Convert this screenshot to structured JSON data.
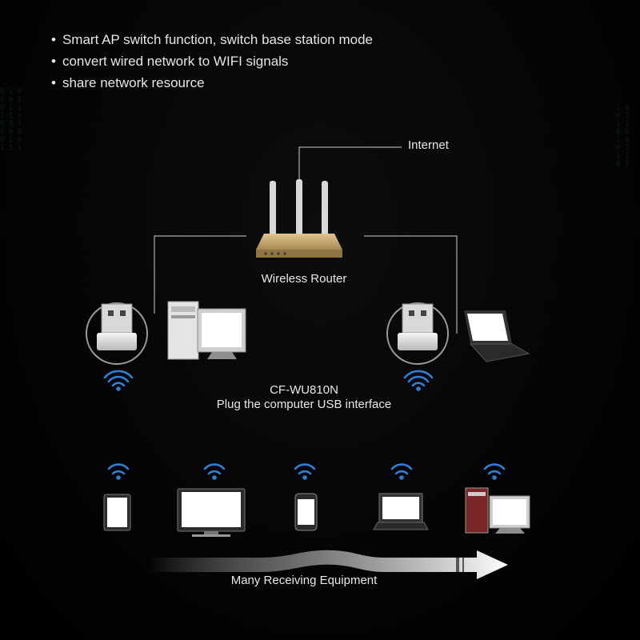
{
  "features": [
    "Smart AP switch function, switch base station mode",
    "convert wired network to WIFI signals",
    "share network resource"
  ],
  "labels": {
    "internet": "Internet",
    "router": "Wireless Router",
    "adapter_model": "CF-WU810N",
    "adapter_desc": "Plug the computer USB interface",
    "receivers": "Many Receiving Equipment"
  },
  "icons": [
    "usb-adapter-icon",
    "desktop-computer-icon",
    "laptop-icon",
    "wireless-router-icon",
    "wifi-signal-icon",
    "tablet-icon",
    "monitor-icon",
    "smartphone-icon",
    "arrow-icon"
  ],
  "colors": {
    "background": "#000000",
    "text": "#e8e8e8",
    "wifi": "#2e7fd6",
    "router_gold": "#c9a86a",
    "line": "#cfcfcf"
  }
}
